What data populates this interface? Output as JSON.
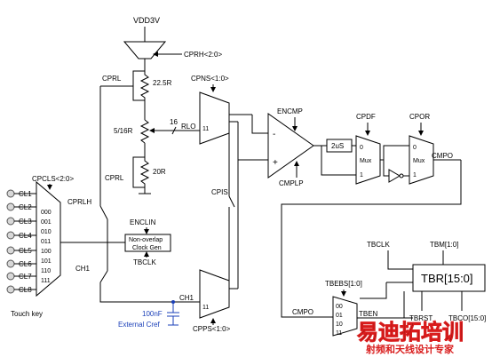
{
  "supply": {
    "vdd": "VDD3V",
    "cprh": "CPRH<2:0>"
  },
  "ladder": {
    "cprl_top": "CPRL",
    "r_top": "22.5R",
    "r_mid": "5/16R",
    "r_bot": "20R",
    "cprl_bot": "CPRL",
    "rlo": "RLO",
    "bus_width": "16"
  },
  "cpns": {
    "label": "CPNS<1:0>",
    "pin": "11"
  },
  "cpps": {
    "label": "CPPS<1:0>",
    "pin": "11"
  },
  "comparator": {
    "minus": "-",
    "plus": "+",
    "encmp": "ENCMP",
    "cmplp": "CMPLP"
  },
  "delay": {
    "label": "2uS"
  },
  "mux_pdf": {
    "label": "CPDF",
    "in0": "0",
    "mux": "Mux",
    "in1": "1"
  },
  "mux_por": {
    "label": "CPOR",
    "in0": "0",
    "mux": "Mux",
    "in1": "1"
  },
  "output": {
    "cmpo": "CMPO",
    "cmpo_in": "CMPO"
  },
  "switches": {
    "cprlh": "CPRLH",
    "ch1_left": "CH1",
    "cpis": "CPIS",
    "ch1_bot": "CH1"
  },
  "clock": {
    "enclin": "ENCLIN",
    "line1": "Non-overlap",
    "line2": "Clock Gen",
    "tbclk": "TBCLK"
  },
  "cpcls": {
    "label": "CPCLS<2:0>",
    "codes": [
      "000",
      "001",
      "010",
      "011",
      "100",
      "101",
      "110",
      "111"
    ]
  },
  "touch": {
    "keys": [
      "CL1",
      "CL2",
      "CL3",
      "CL4",
      "CL5",
      "CL6",
      "CL7",
      "CL8"
    ],
    "caption": "Touch key"
  },
  "cref": {
    "value": "100nF",
    "caption": "External Cref"
  },
  "timer": {
    "tbclk": "TBCLK",
    "tbm": "TBM[1:0]",
    "tbr": "TBR[15:0]",
    "tbebs": "TBEBS[1:0]",
    "codes": [
      "00",
      "01",
      "10",
      "11"
    ],
    "tben": "TBEN",
    "tbrst": "TBRST",
    "tbco": "TBCO[15:0]"
  },
  "watermark": {
    "cn": "射频和天线设计专家",
    "big": "易迪拓培训"
  },
  "colors": {
    "line": "#000000",
    "cref": "#1a3fb8",
    "watermark": "#d91c1c",
    "watermark_fill": "#ffe6e6"
  }
}
